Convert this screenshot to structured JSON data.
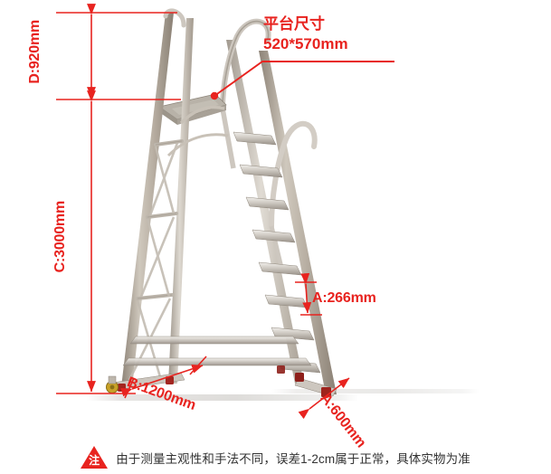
{
  "diagram": {
    "title": "aluminium platform ladder dimension diagram",
    "accent_color": "#e8231f",
    "background": "#ffffff"
  },
  "dimensions": {
    "platform_height": "D:920mm",
    "overall_height": "C:3000mm",
    "step_rise": "A:266mm",
    "base_width": "B:1200mm",
    "base_depth": "A:600mm"
  },
  "callout": {
    "line1": "平台尺寸",
    "line2": "520*570mm"
  },
  "footer": {
    "badge_char": "注",
    "note": "由于测量主观性和手法不同，误差1-2cm属于正常，具体实物为准"
  }
}
